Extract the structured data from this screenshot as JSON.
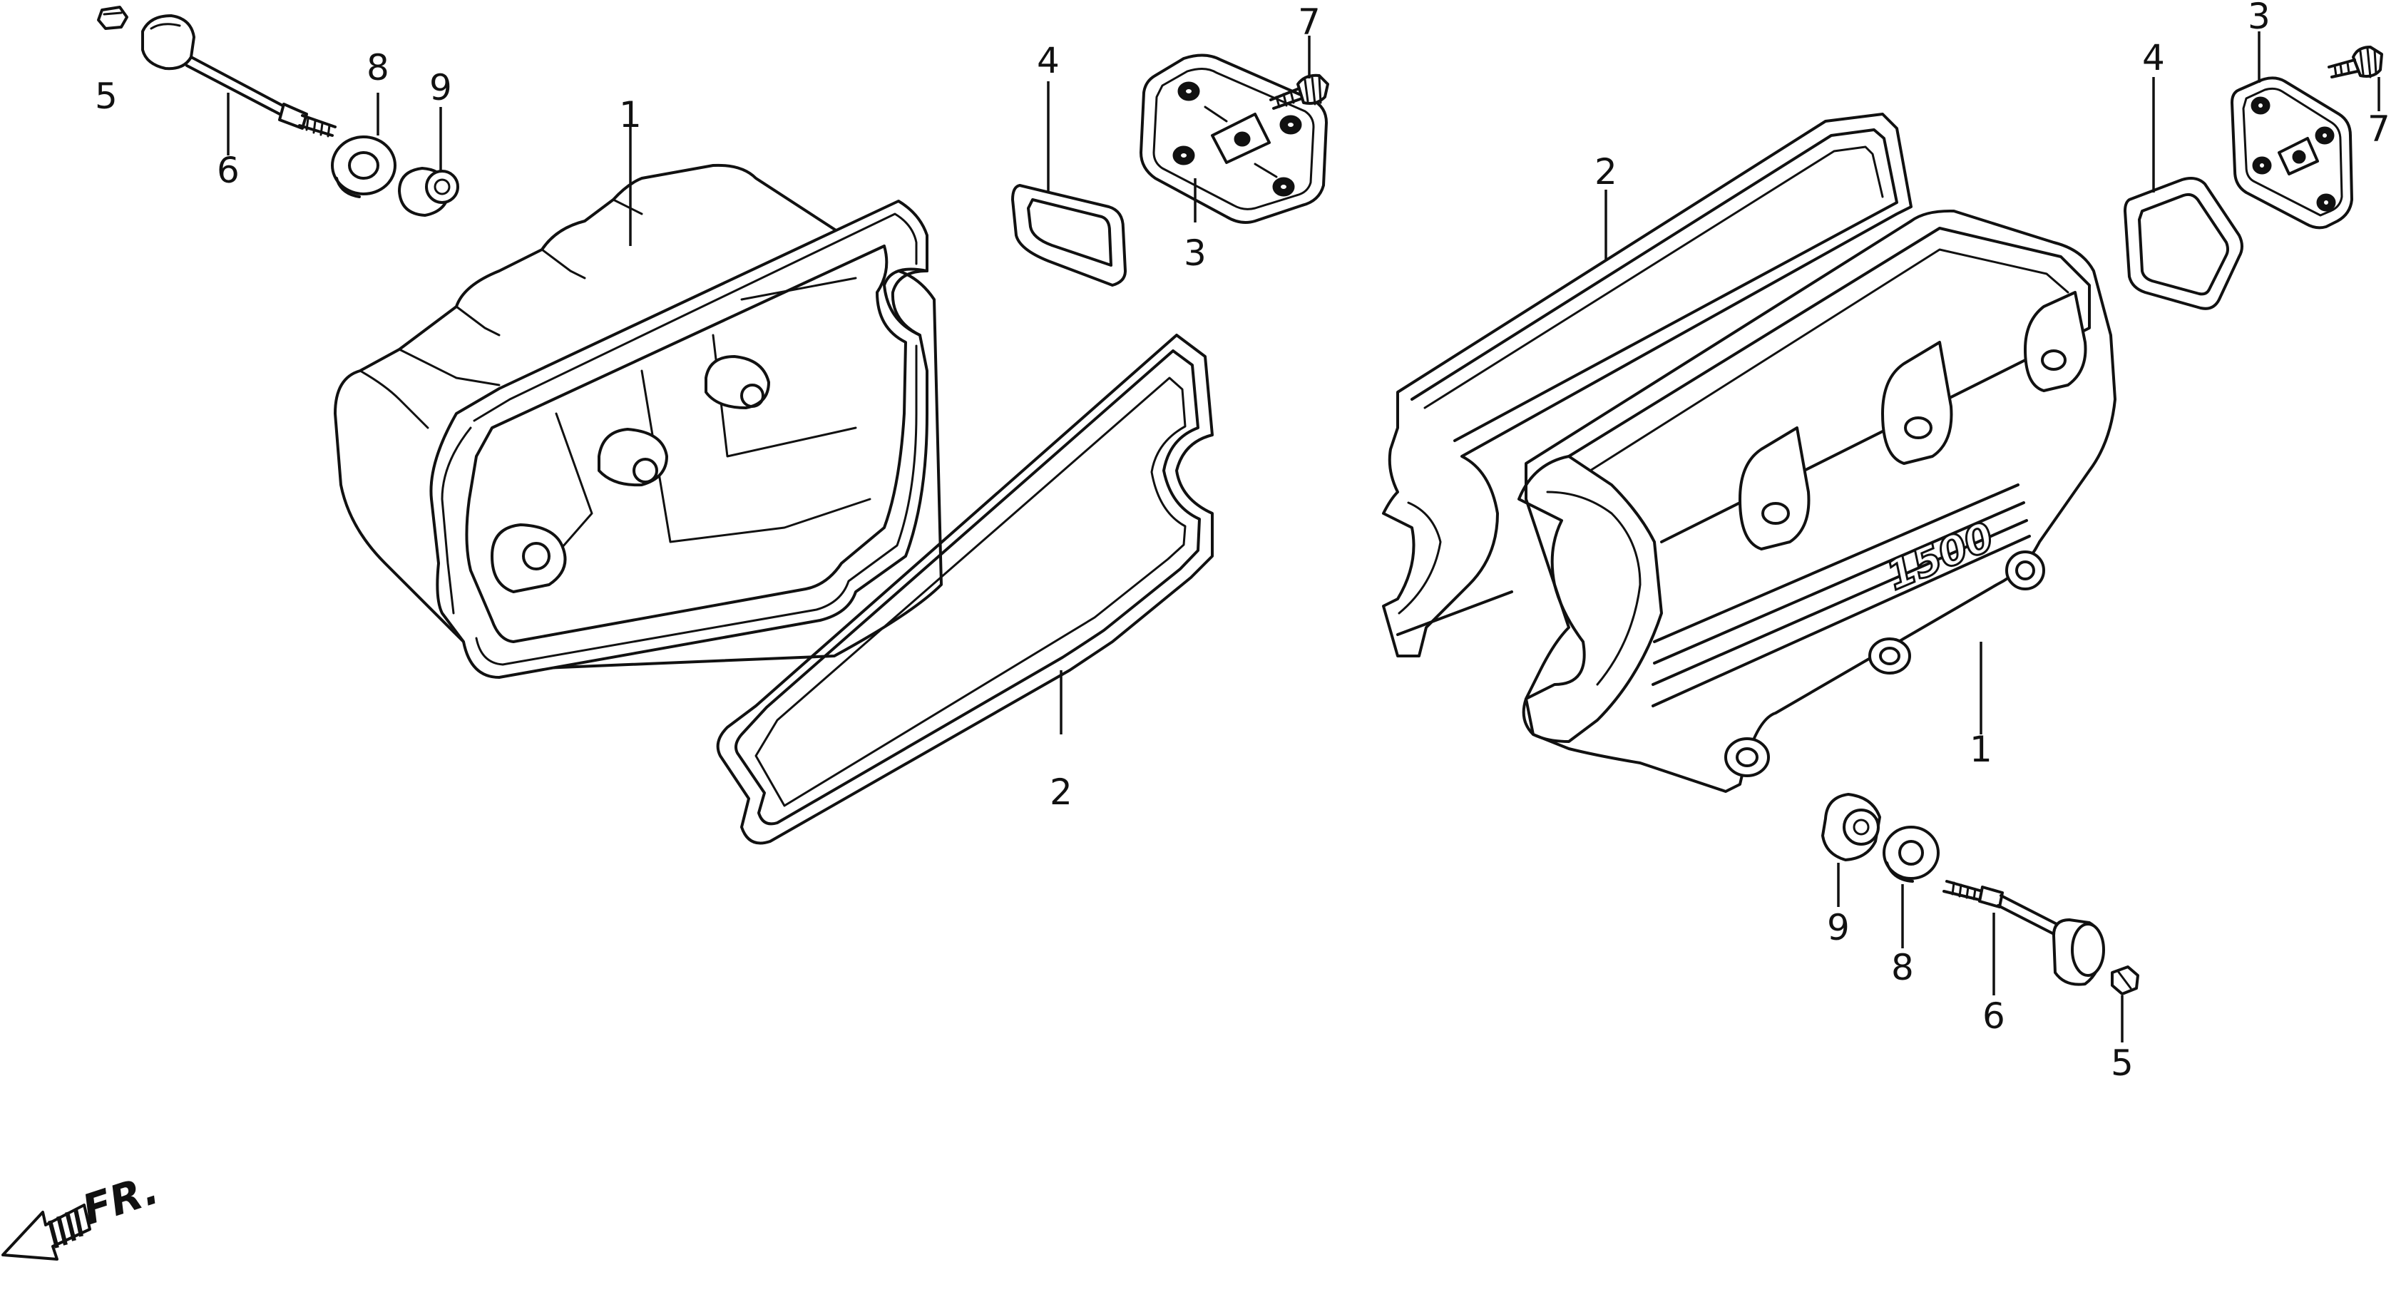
{
  "callouts": {
    "l1": "1",
    "l2": "2",
    "l3": "3",
    "l4": "4",
    "l5": "5",
    "l6": "6",
    "l7": "7",
    "l8": "8",
    "l9": "9",
    "r1": "1",
    "r2": "2",
    "r3": "3",
    "r4": "4",
    "r5": "5",
    "r6": "6",
    "r7": "7",
    "r8": "8",
    "r9": "9"
  },
  "cover_marking": "1500",
  "direction_label": "FR."
}
